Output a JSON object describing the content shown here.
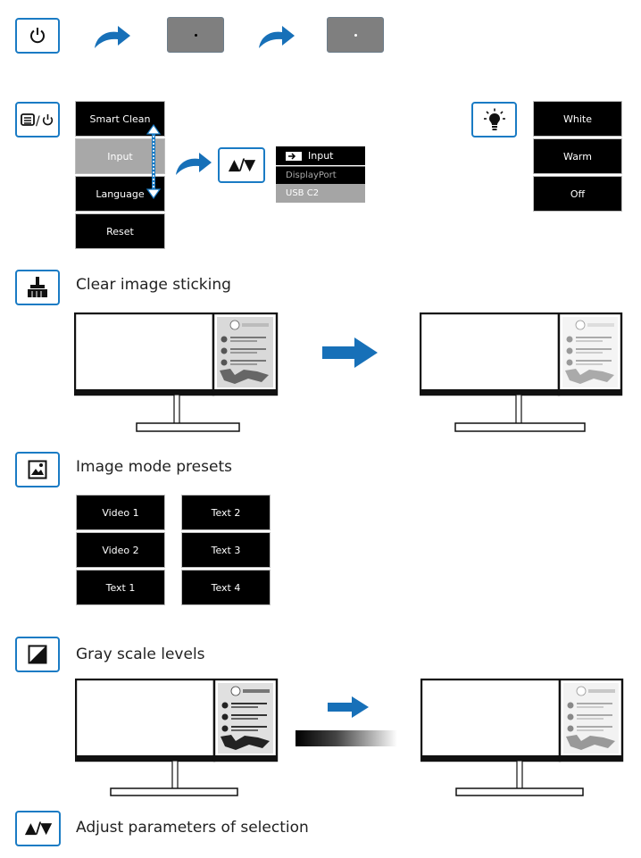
{
  "power_section": {
    "power_key": "power-icon",
    "arrow_icon": "curved-arrow-icon"
  },
  "menu_section": {
    "menu_key": "menu-power-icon",
    "slash": "/",
    "items": [
      "Smart Clean",
      "Input",
      "Language",
      "Reset"
    ],
    "selected": "Input",
    "nav_key": "▲/▼",
    "input_menu": {
      "title": "Input",
      "options": [
        "DisplayPort",
        "USB C2"
      ],
      "selected": "USB C2"
    }
  },
  "light_section": {
    "light_key": "bulb-icon",
    "items": [
      "White",
      "Warm",
      "Off"
    ]
  },
  "clean_section": {
    "icon": "brush-icon",
    "title": "Clear image sticking"
  },
  "image_mode_section": {
    "icon": "image-icon",
    "title": "Image mode presets",
    "col1": [
      "Video 1",
      "Video 2",
      "Text 1"
    ],
    "col2": [
      "Text 2",
      "Text 3",
      "Text 4"
    ]
  },
  "gray_section": {
    "icon": "contrast-icon",
    "title": "Gray scale levels"
  },
  "adjust_section": {
    "key": "▲/▼",
    "title": "Adjust parameters of selection"
  },
  "colors": {
    "accent": "#1a7bc4",
    "arrow": "#1770b8",
    "menu_bg": "#000000",
    "menu_sel": "#a8a8a8"
  }
}
